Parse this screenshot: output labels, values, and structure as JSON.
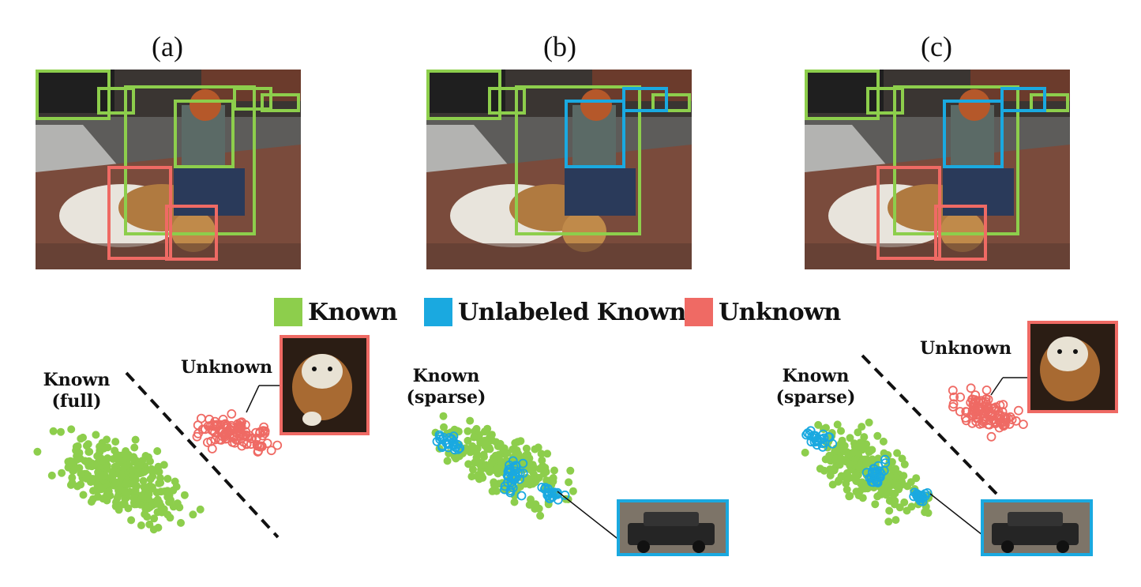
{
  "panels": [
    {
      "label": "(a)",
      "known_label_line1": "Known",
      "known_label_line2": "(full)",
      "unknown_label": "Unknown"
    },
    {
      "label": "(b)",
      "known_label_line1": "Known",
      "known_label_line2": "(sparse)"
    },
    {
      "label": "(c)",
      "known_label_line1": "Known",
      "known_label_line2": "(sparse)",
      "unknown_label": "Unknown"
    }
  ],
  "legend": {
    "known": "Known",
    "unlabeled_known": "Unlabeled Known",
    "unknown": "Unknown"
  },
  "colors": {
    "known": "#8dce4c",
    "unlabeled_known": "#1aa9e0",
    "unknown": "#ef6a64"
  },
  "icons": [
    "dog-toy-thumbnail",
    "car-thumbnail",
    "street-photo"
  ]
}
